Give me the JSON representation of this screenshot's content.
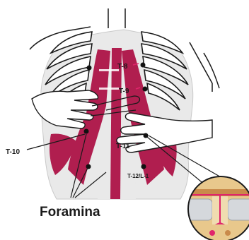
{
  "labels": {
    "t8": "T-8",
    "t9": "T-9",
    "t10": "T-10",
    "t11": "T-11",
    "t12_l1": "T-12/L-1",
    "foramina": "Foramina"
  },
  "colors": {
    "muscle": "#b01e4f",
    "muscle_light": "#c24069",
    "torso": "#e9e9e9",
    "outline": "#1a1a1a",
    "dot": "#111111",
    "inset_fill": "#e8c88c",
    "inset_nerve": "#e0246c"
  }
}
